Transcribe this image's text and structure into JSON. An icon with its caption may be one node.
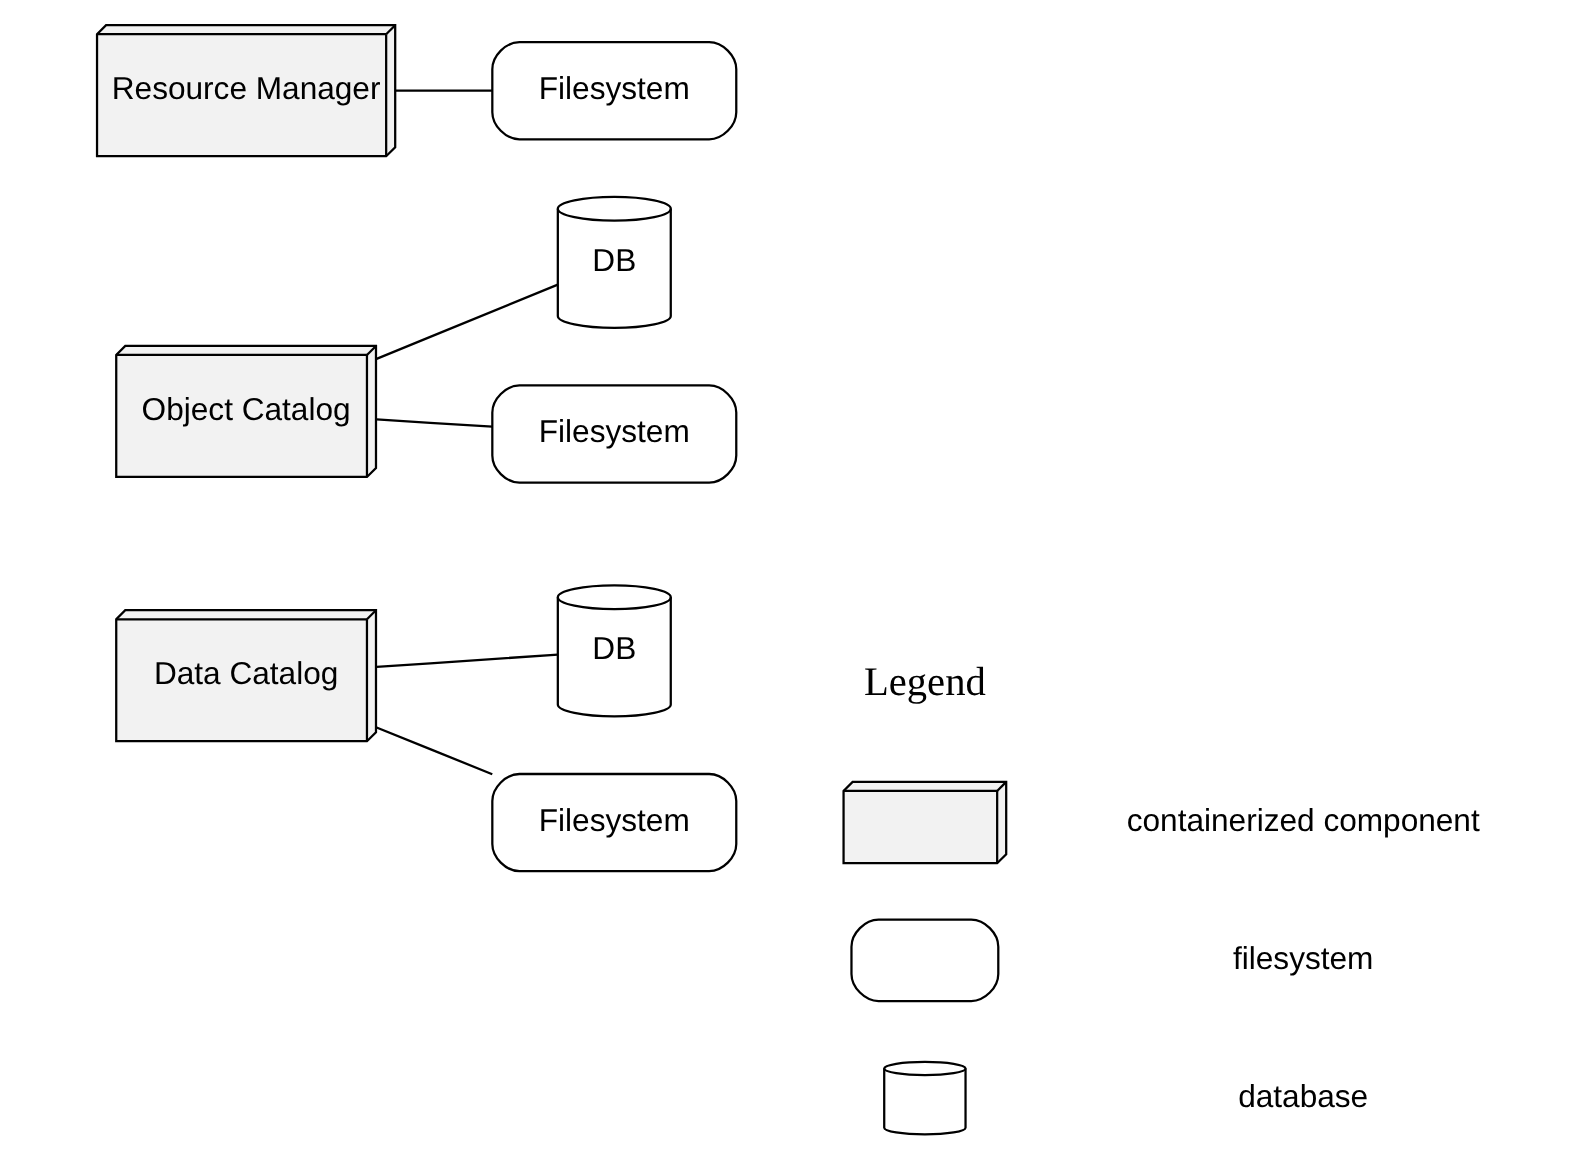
{
  "diagram": {
    "nodes": [
      {
        "text": [
          "Data Catalog"
        ]
      },
      {
        "text": [
          "Filesystem"
        ]
      },
      {
        "text": [
          "DB"
        ]
      },
      {
        "text": [
          "Resource Manager"
        ]
      },
      {
        "text": [
          "Filesystem"
        ]
      },
      {
        "text": [
          "Object Catalog"
        ]
      },
      {
        "text": [
          "Filesystem"
        ]
      },
      {
        "text": [
          "DB"
        ]
      },
      {
        "text": [],
        "shape": "box"
      },
      {
        "text": [],
        "shape": "tape"
      },
      {
        "text": [],
        "shape": "cylinder"
      }
    ],
    "edges": [
      {
        "from": 0,
        "to": 1,
        "arrow": "none"
      },
      {
        "from": 0,
        "to": 2,
        "arrow": "none"
      },
      {
        "from": 3,
        "to": 4,
        "arrow": "none"
      },
      {
        "from": 5,
        "to": 6,
        "arrow": "none"
      },
      {
        "from": 5,
        "to": 7,
        "arrow": "none"
      }
    ],
    "labels": [
      "Legend"
    ],
    "legend": [
      {
        "text": "containerized component"
      },
      {
        "text": "filesystem"
      },
      {
        "text": "database"
      }
    ]
  }
}
